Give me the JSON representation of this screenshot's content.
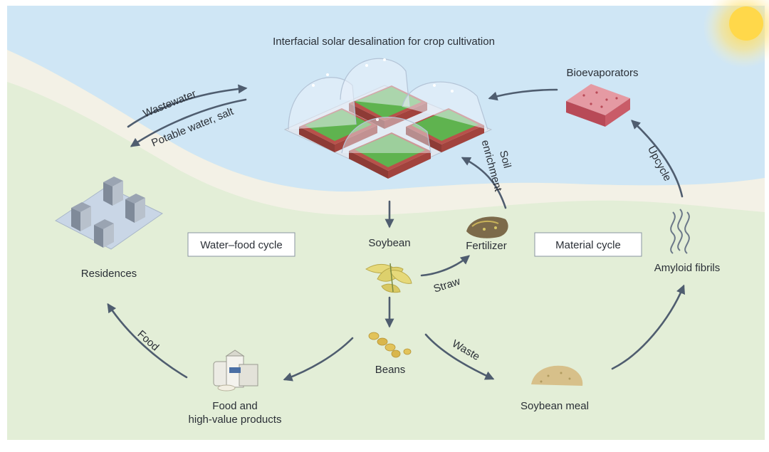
{
  "title": "Interfacial solar desalination for crop cultivation",
  "cycles": {
    "water_food": "Water–food cycle",
    "material": "Material cycle"
  },
  "labels": {
    "bioevaporators": "Bioevaporators",
    "wastewater": "Wastewater",
    "potable": "Potable water, salt",
    "residences": "Residences",
    "soil_enrichment_1": "Soil",
    "soil_enrichment_2": "enrichment",
    "upcycle": "Upcycle",
    "soybean": "Soybean",
    "fertilizer": "Fertilizer",
    "straw": "Straw",
    "amyloid": "Amyloid fibrils",
    "beans": "Beans",
    "waste": "Waste",
    "food": "Food",
    "food_products_1": "Food and",
    "food_products_2": "high-value products",
    "soybean_meal": "Soybean meal"
  },
  "colors": {
    "sea": "#cfe6f5",
    "shore": "#f3f1e6",
    "land": "#e3eed7",
    "arrow": "#4f5d6f",
    "sun": "#ffd84a"
  }
}
